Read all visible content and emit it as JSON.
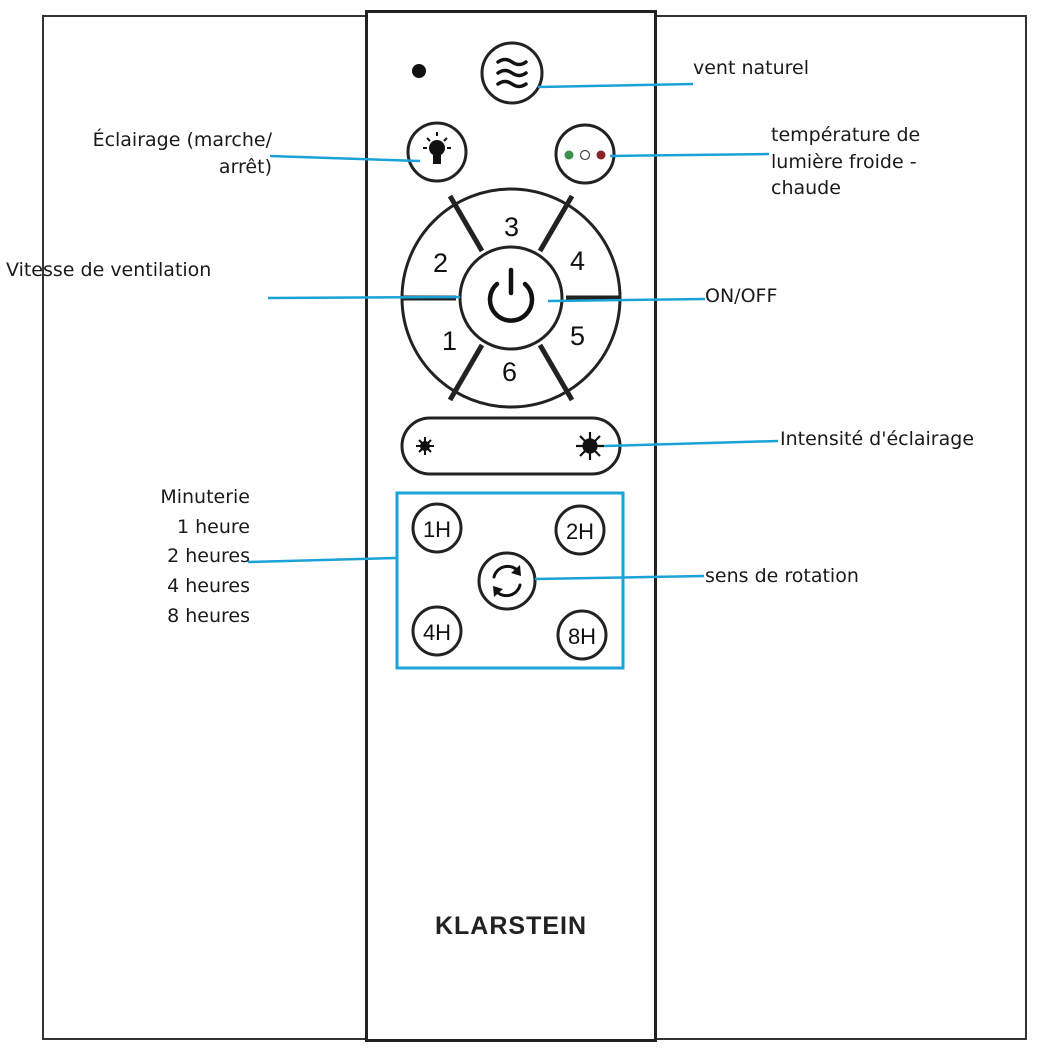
{
  "labels": {
    "natural_wind": "vent naturel",
    "light_on_off": [
      "Éclairage (marche/",
      "arrêt)"
    ],
    "color_temp": [
      "température de",
      "lumière froide -",
      "chaude"
    ],
    "fan_speed": "Vitesse de ventilation",
    "on_off": "ON/OFF",
    "brightness": "Intensité d'éclairage",
    "timer": [
      "Minuterie",
      "1 heure",
      "2 heures",
      "4 heures",
      "8 heures"
    ],
    "rotation": "sens de rotation"
  },
  "speed_buttons": [
    "1",
    "2",
    "3",
    "4",
    "5",
    "6"
  ],
  "timer_buttons": [
    "1H",
    "2H",
    "4H",
    "8H"
  ],
  "brand": "KLARSTEIN",
  "icons": [
    "wind-icon",
    "bulb-icon",
    "color-temp-icon",
    "power-icon",
    "dim-sun-icon",
    "bright-sun-icon",
    "rotation-icon"
  ],
  "colors": {
    "leader_line": "#1aa3d9",
    "outline": "#222222",
    "dot_green": "#3a8f4a",
    "dot_red": "#8a2323"
  }
}
